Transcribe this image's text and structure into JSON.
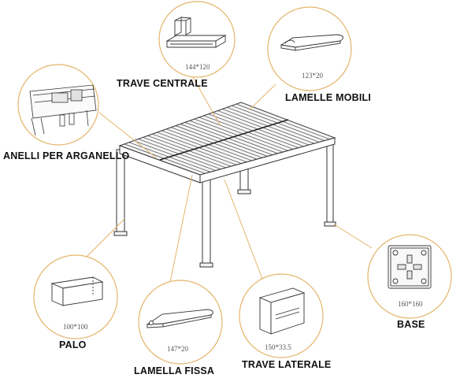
{
  "accent_color": "#e4b46a",
  "labels": {
    "trave_centrale": "TRAVE CENTRALE",
    "lamelle_mobili": "LAMELLE MOBILI",
    "anelli": "ANELLI PER ARGANELLO",
    "palo": "PALO",
    "lamella_fissa": "LAMELLA FISSA",
    "trave_laterale": "TRAVE LATERALE",
    "base": "BASE"
  },
  "dimensions": {
    "trave_centrale": "144*120",
    "lamelle_mobili": "123*20",
    "palo": "100*100",
    "lamella_fissa": "147*20",
    "trave_laterale": "150*33.5",
    "base": "160*160"
  }
}
